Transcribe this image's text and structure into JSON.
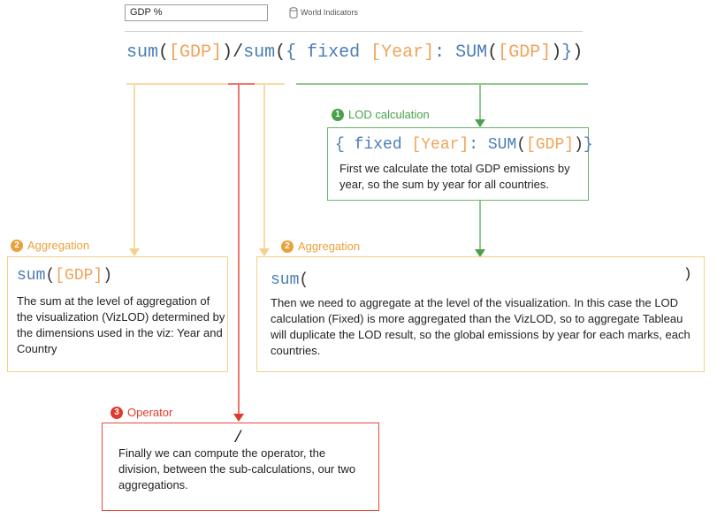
{
  "header": {
    "field_name": "GDP %",
    "datasource_label": "World Indicators",
    "datasource_icon": "database-icon"
  },
  "formula": {
    "func1": "sum",
    "open1": "(",
    "field1": "[GDP]",
    "close1": ")",
    "operator": "/",
    "func2": "sum",
    "open2": "(",
    "brace_open": "{",
    "fixed_kw": " fixed ",
    "field_year": "[Year]",
    "colon": ": ",
    "func3": "SUM",
    "open3": "(",
    "field3": "[GDP]",
    "close3": ")",
    "brace_close": "}",
    "close2": ")"
  },
  "lod": {
    "badge": "1",
    "label": "LOD calculation",
    "code_brace_open": "{",
    "code_fixed": " fixed ",
    "code_year": "[Year]",
    "code_colon": ": ",
    "code_sum": "SUM",
    "code_open": "(",
    "code_field": "[GDP]",
    "code_close": ")",
    "code_brace_close": "}",
    "text": "First we calculate the total GDP emissions by year, so the sum by year for all countries."
  },
  "agg1": {
    "badge": "2",
    "label": "Aggregation",
    "code_func": "sum",
    "code_open": "(",
    "code_field": "[GDP]",
    "code_close": ")",
    "text": "The sum at the level of aggregation of the visualization (VizLOD) determined by the dimensions used in the viz: Year and Country"
  },
  "agg2": {
    "badge": "2",
    "label": "Aggregation",
    "code_func": "sum",
    "code_open": "(",
    "code_close": ")",
    "text": "Then we need to aggregate at the level of the visualization. In this case the LOD calculation (Fixed) is more aggregated than the VizLOD, so to aggregate Tableau will duplicate the LOD result, so the global emissions by year for each marks, each countries."
  },
  "op": {
    "badge": "3",
    "label": "Operator",
    "symbol": "/",
    "text": "Finally we can compute the operator, the division, between the sub-calculations, our two aggregations."
  },
  "colors": {
    "green": "#4aa14a",
    "orange": "#e9a23b",
    "red": "#e03a2c",
    "code_blue": "#4a7db6",
    "code_orange": "#f0a35a"
  }
}
